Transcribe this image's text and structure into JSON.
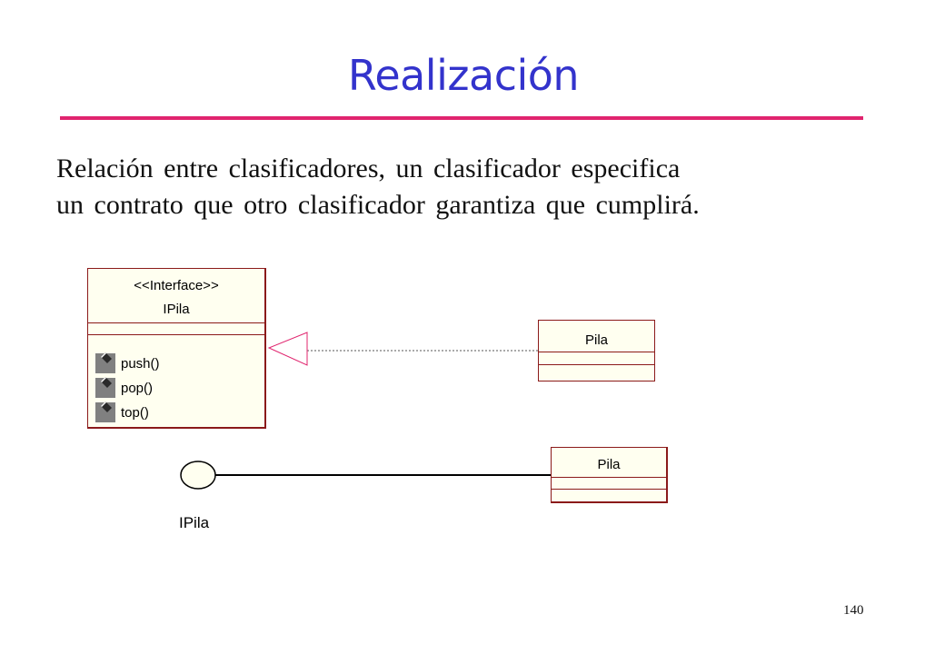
{
  "slide": {
    "title": "Realización",
    "body_lines": [
      "Relación entre clasificadores, un clasificador especifica",
      "un contrato que otro clasificador garantiza que cumplirá."
    ],
    "page_number": "140"
  },
  "interface_box": {
    "stereotype": "<<Interface>>",
    "name": "IPila",
    "operations": [
      {
        "label": "push()",
        "icon": "operation-icon"
      },
      {
        "label": "pop()",
        "icon": "operation-icon"
      },
      {
        "label": "top()",
        "icon": "operation-icon"
      }
    ]
  },
  "realizing_class": {
    "name": "Pila"
  },
  "lollipop": {
    "interface_label": "IPila",
    "class_name": "Pila"
  },
  "colors": {
    "title": "#3333cc",
    "rule": "#e0246e",
    "box_border": "#8b1a1a",
    "box_fill": "#fffff0"
  }
}
